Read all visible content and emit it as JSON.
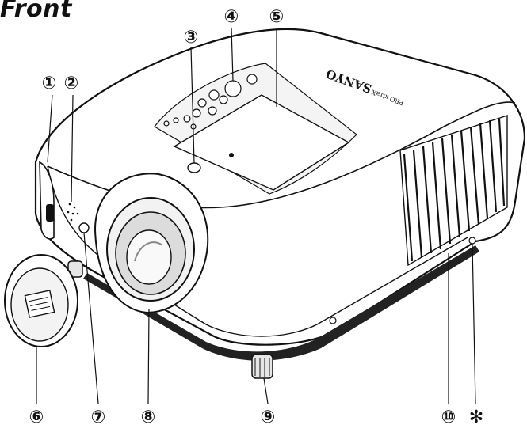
{
  "heading": "Front",
  "callouts": [
    {
      "id": "c1",
      "label": "①"
    },
    {
      "id": "c2",
      "label": "②"
    },
    {
      "id": "c3",
      "label": "③"
    },
    {
      "id": "c4",
      "label": "④"
    },
    {
      "id": "c5",
      "label": "⑤"
    },
    {
      "id": "c6",
      "label": "⑥"
    },
    {
      "id": "c7",
      "label": "⑦"
    },
    {
      "id": "c8",
      "label": "⑧"
    },
    {
      "id": "c9",
      "label": "⑨"
    },
    {
      "id": "c10",
      "label": "⑩"
    },
    {
      "id": "cstar",
      "label": "✻"
    }
  ],
  "device": {
    "brand": "SANYO",
    "model_mark": "PRO xtraX"
  },
  "colors": {
    "ink": "#111111",
    "body": "#ffffff",
    "shade": "#e9e9e9",
    "dark": "#333333"
  }
}
